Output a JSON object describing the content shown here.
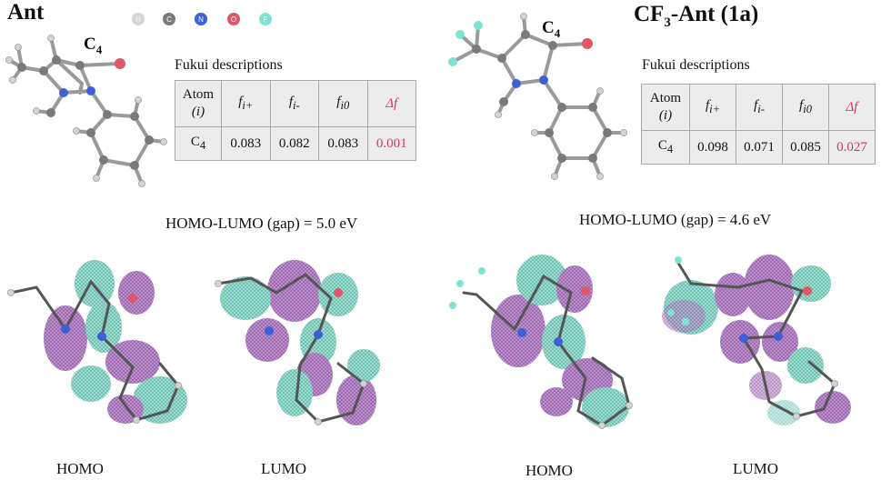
{
  "left": {
    "title": "Ant",
    "mol_label": "C4",
    "fukui": {
      "title": "Fukui descriptions",
      "header_atom": "Atom",
      "header_atom_sub": "(i)",
      "headers": [
        "fi+",
        "fi-",
        "fi0",
        "Δf"
      ],
      "row": {
        "atom": "C4",
        "values": [
          "0.083",
          "0.082",
          "0.083",
          "0.001"
        ]
      }
    },
    "gap": "HOMO-LUMO (gap) = 5.0 eV",
    "homo": "HOMO",
    "lumo": "LUMO"
  },
  "right": {
    "title": "CF3-Ant (1a)",
    "mol_label": "C4",
    "fukui": {
      "title": "Fukui descriptions",
      "header_atom": "Atom",
      "header_atom_sub": "(i)",
      "headers": [
        "fi+",
        "fi-",
        "fi0",
        "Δf"
      ],
      "row": {
        "atom": "C4",
        "values": [
          "0.098",
          "0.071",
          "0.085",
          "0.027"
        ]
      }
    },
    "gap": "HOMO-LUMO (gap) = 4.6 eV",
    "homo": "HOMO",
    "lumo": "LUMO"
  },
  "legend": [
    "H",
    "C",
    "N",
    "O",
    "F"
  ],
  "colors": {
    "H": "#d4d4d4",
    "C": "#7a7a7a",
    "N": "#3f5fd8",
    "O": "#e0566a",
    "F": "#7fe3d3",
    "bond": "#9a9a9a",
    "lobe_pos": "#a055b5",
    "lobe_neg": "#52c6b2",
    "highlight": "#d6336c",
    "table_bg": "#ececec"
  }
}
